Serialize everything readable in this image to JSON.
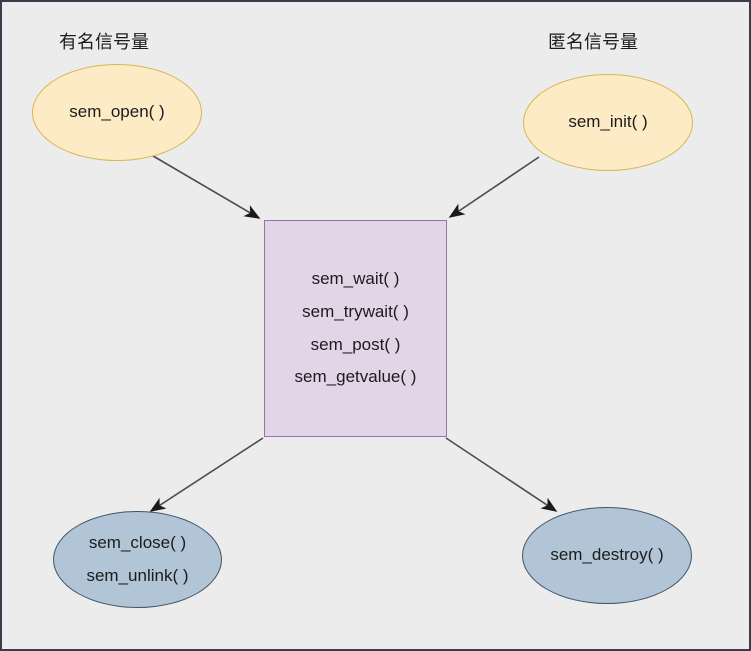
{
  "diagram": {
    "title_named": "有名信号量",
    "title_anon": "匿名信号量",
    "background_color": "#ececec",
    "border_color": "#3b3b4a",
    "edge_color": "#4d4d4d",
    "nodes": {
      "sem_open": {
        "label": "sem_open( )",
        "shape": "ellipse",
        "fill": "#fdebc6",
        "stroke": "#d6b656"
      },
      "sem_init": {
        "label": "sem_init( )",
        "shape": "ellipse",
        "fill": "#fdebc6",
        "stroke": "#d6b656"
      },
      "operations": {
        "shape": "rectangle",
        "fill": "#e1d5e7",
        "stroke": "#9673a6",
        "lines": [
          "sem_wait( )",
          "sem_trywait( )",
          "sem_post( )",
          "sem_getvalue( )"
        ]
      },
      "cleanup_named": {
        "shape": "ellipse",
        "fill": "#b1c5d6",
        "stroke": "#3f5568",
        "lines": [
          "sem_close( )",
          "sem_unlink( )"
        ]
      },
      "sem_destroy": {
        "label": "sem_destroy( )",
        "shape": "ellipse",
        "fill": "#b1c5d6",
        "stroke": "#3f5568"
      }
    },
    "edges": [
      {
        "from": "sem_open",
        "to": "operations"
      },
      {
        "from": "sem_init",
        "to": "operations"
      },
      {
        "from": "operations",
        "to": "cleanup_named"
      },
      {
        "from": "operations",
        "to": "sem_destroy"
      }
    ]
  }
}
